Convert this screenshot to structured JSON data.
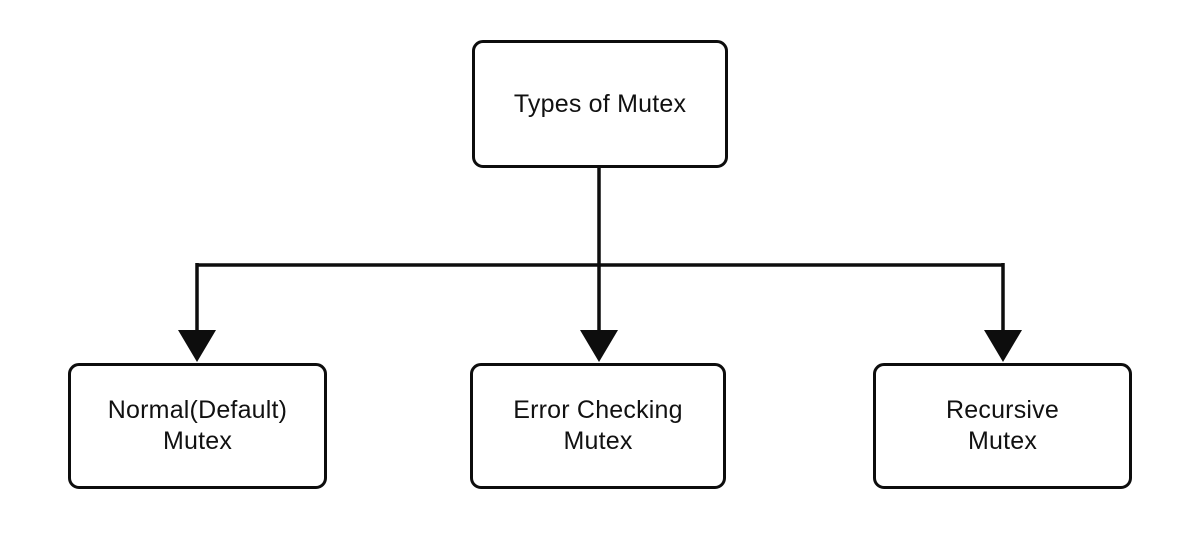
{
  "diagram": {
    "type": "flowchart-tree",
    "root": {
      "label": "Types of Mutex"
    },
    "children": [
      {
        "id": "normal-default-mutex",
        "lines": [
          "Normal(Default)",
          "Mutex"
        ]
      },
      {
        "id": "error-checking-mutex",
        "lines": [
          "Error Checking",
          "Mutex"
        ]
      },
      {
        "id": "recursive-mutex",
        "lines": [
          "Recursive",
          "Mutex"
        ]
      }
    ],
    "colors": {
      "background": "#ffffff",
      "box_fill": "#ffffff",
      "box_border": "#0d0d0d",
      "connector_line": "#0d0d0d",
      "text": "#111111"
    }
  }
}
